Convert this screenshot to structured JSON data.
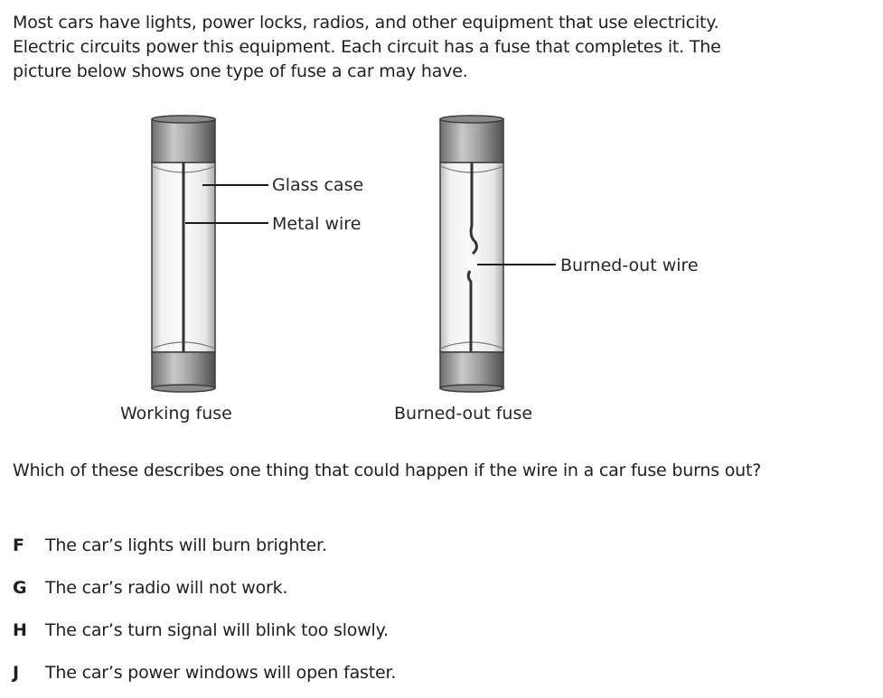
{
  "intro": {
    "lines": [
      "Most cars have lights, power locks, radios, and other equipment that use electricity.",
      "Electric circuits power this equipment. Each circuit has a fuse that completes it. The",
      "picture below shows one type of fuse a car may have."
    ]
  },
  "diagram": {
    "labels": {
      "glass_case": "Glass case",
      "metal_wire": "Metal wire",
      "burned_out_wire": "Burned-out wire"
    },
    "captions": {
      "working_fuse": "Working fuse",
      "burned_out_fuse": "Burned-out fuse"
    }
  },
  "question": {
    "text": "Which of these describes one thing that could happen if the wire in a car fuse burns out?"
  },
  "choices": [
    {
      "letter": "F",
      "text": "The car’s lights will burn brighter."
    },
    {
      "letter": "G",
      "text": "The car’s radio will not work."
    },
    {
      "letter": "H",
      "text": "The car’s turn signal will blink too slowly."
    },
    {
      "letter": "J",
      "text": "The car’s power windows will open faster."
    }
  ]
}
